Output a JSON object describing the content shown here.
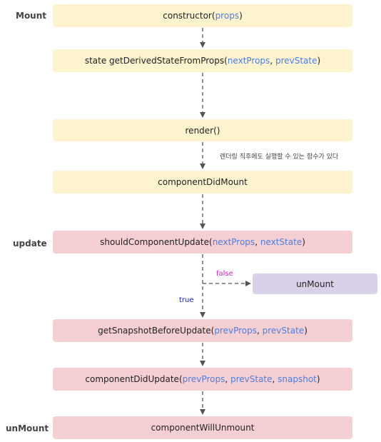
{
  "phases": {
    "mount": "Mount",
    "update": "update",
    "unmount": "unMount"
  },
  "nodes": {
    "constructor": {
      "name": "constructor",
      "open": "(",
      "params": [
        "props"
      ],
      "close": ")"
    },
    "getDerived": {
      "name": "state getDerivedStateFromProps",
      "open": "(",
      "params": [
        "nextProps",
        "prevState"
      ],
      "close": ")"
    },
    "render": {
      "name": "render",
      "open": "(",
      "params": [],
      "close": ")"
    },
    "didMount": {
      "name": "componentDidMount",
      "open": "",
      "params": [],
      "close": ""
    },
    "shouldUpdate": {
      "name": "shouldComponentUpdate",
      "open": "(",
      "params": [
        "nextProps",
        "nextState"
      ],
      "close": ")"
    },
    "unMount": {
      "name": "unMount",
      "open": "",
      "params": [],
      "close": ""
    },
    "snapshot": {
      "name": "getSnapshotBeforeUpdate",
      "open": "(",
      "params": [
        "prevProps",
        "prevState"
      ],
      "close": ")"
    },
    "didUpdate": {
      "name": "componentDidUpdate",
      "open": "(",
      "params": [
        "prevProps",
        "prevState",
        "snapshot"
      ],
      "close": ")"
    },
    "willUnmount": {
      "name": "componentWillUnmount",
      "open": "",
      "params": [],
      "close": ""
    }
  },
  "annotations": {
    "after_render": "렌더링 직후에도 실행할 수 있는 함수가 있다"
  },
  "edge_labels": {
    "false": "false",
    "true": "true"
  },
  "colors": {
    "mount_box": "#fdf3cf",
    "update_box": "#f6cfd2",
    "unmount_box": "#d9d1ea",
    "param_text": "#4a7ee0",
    "false_label": "#d020d0",
    "true_label": "#2020b0",
    "arrow": "#555555"
  }
}
